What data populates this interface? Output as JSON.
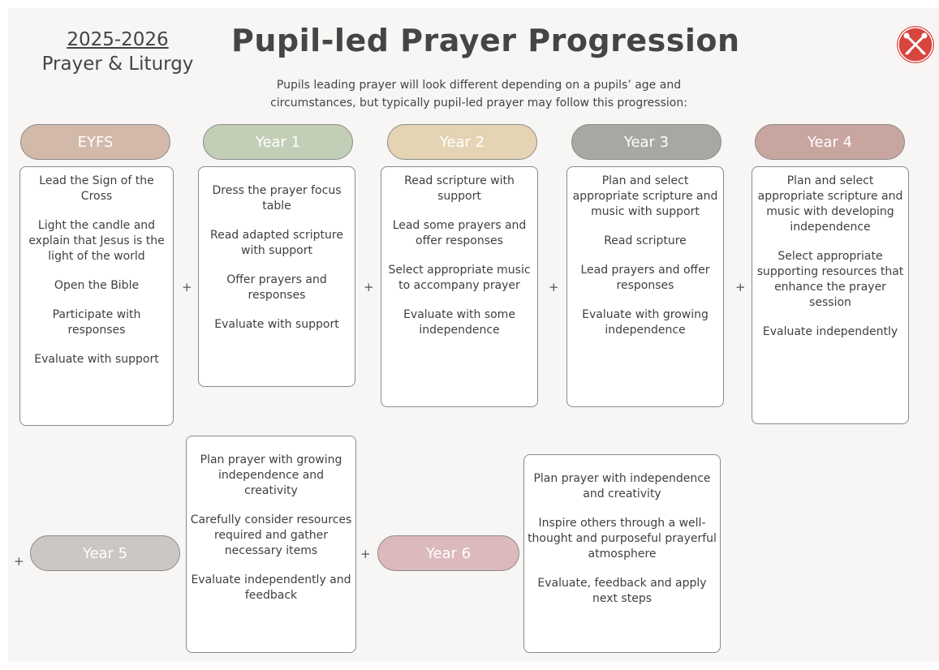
{
  "header": {
    "year": "2025-2026",
    "subject": "Prayer & Liturgy",
    "title": "Pupil-led Prayer Progression",
    "subtitle_line1": "Pupils leading prayer will look different depending on a pupils’ age and",
    "subtitle_line2": "circumstances, but typically pupil-led prayer may follow this progression:"
  },
  "logo_icon": "crossed-keys-icon",
  "plus_symbol": "+",
  "colors": {
    "eyfs": "#d2b9aa",
    "year1": "#c3ceb7",
    "year2": "#e5d4b4",
    "year3": "#a8a7a2",
    "year4": "#c9a5a0",
    "year5": "#cdc7c4",
    "year6": "#dcb9bd",
    "logo": "#d8453f"
  },
  "stages": [
    {
      "label": "EYFS",
      "items": [
        "Lead the Sign of the Cross",
        "Light the candle and explain that Jesus is the light of the world",
        "Open the Bible",
        "Participate with responses",
        "Evaluate with support"
      ]
    },
    {
      "label": "Year 1",
      "items": [
        "Dress the prayer focus table",
        "Read adapted scripture with support",
        "Offer prayers and responses",
        "Evaluate with support"
      ]
    },
    {
      "label": "Year 2",
      "items": [
        "Read scripture with support",
        "Lead some prayers and offer responses",
        "Select appropriate music to accompany prayer",
        "Evaluate with some independence"
      ]
    },
    {
      "label": "Year 3",
      "items": [
        "Plan and select appropriate scripture and music with support",
        "Read scripture",
        "Lead prayers and offer responses",
        "Evaluate with growing independence"
      ]
    },
    {
      "label": "Year 4",
      "items": [
        "Plan and select appropriate scripture and music with developing independence",
        "Select appropriate supporting resources that enhance the prayer session",
        "Evaluate independently"
      ]
    },
    {
      "label": "Year 5",
      "items": [
        "Plan prayer with growing independence and creativity",
        "Carefully consider resources required and gather necessary items",
        "Evaluate independently and feedback"
      ]
    },
    {
      "label": "Year 6",
      "items": [
        "Plan prayer with independence and creativity",
        "Inspire others through a well-thought and purposeful prayerful atmosphere",
        "Evaluate, feedback and apply next steps"
      ]
    }
  ]
}
